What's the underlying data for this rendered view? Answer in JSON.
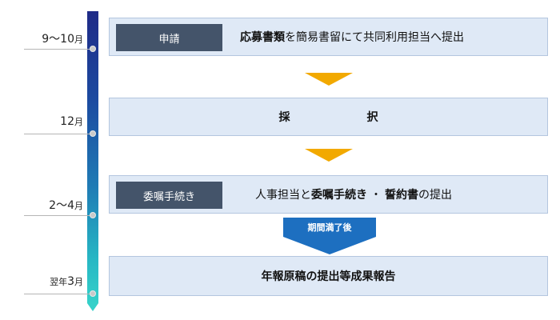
{
  "timeline": {
    "dates": [
      {
        "main": "9〜10",
        "unit": "月"
      },
      {
        "main": "12",
        "unit": "月"
      },
      {
        "main": "2〜4",
        "unit": "月"
      },
      {
        "prefix": "翌年",
        "main": "3",
        "unit": "月"
      }
    ]
  },
  "steps": {
    "application": {
      "tag": "申請",
      "text_bold": "応募書類",
      "text_rest": "を簡易書留にて共同利用担当へ提出"
    },
    "selection": {
      "text_first": "採",
      "text_second": "択"
    },
    "commission": {
      "tag": "委嘱手続き",
      "t1": "人事担当と",
      "t2": "委嘱手続き",
      "t3": "・",
      "t4": "誓約書",
      "t5": "の提出"
    },
    "period_label": "期間満了後",
    "report": {
      "text": "年報原稿の提出等成果報告"
    }
  },
  "colors": {
    "box_fill": "#dfe9f6",
    "tag_fill": "#44546a",
    "arrow_orange": "#f2a900",
    "arrow_blue": "#1d6fc0"
  }
}
